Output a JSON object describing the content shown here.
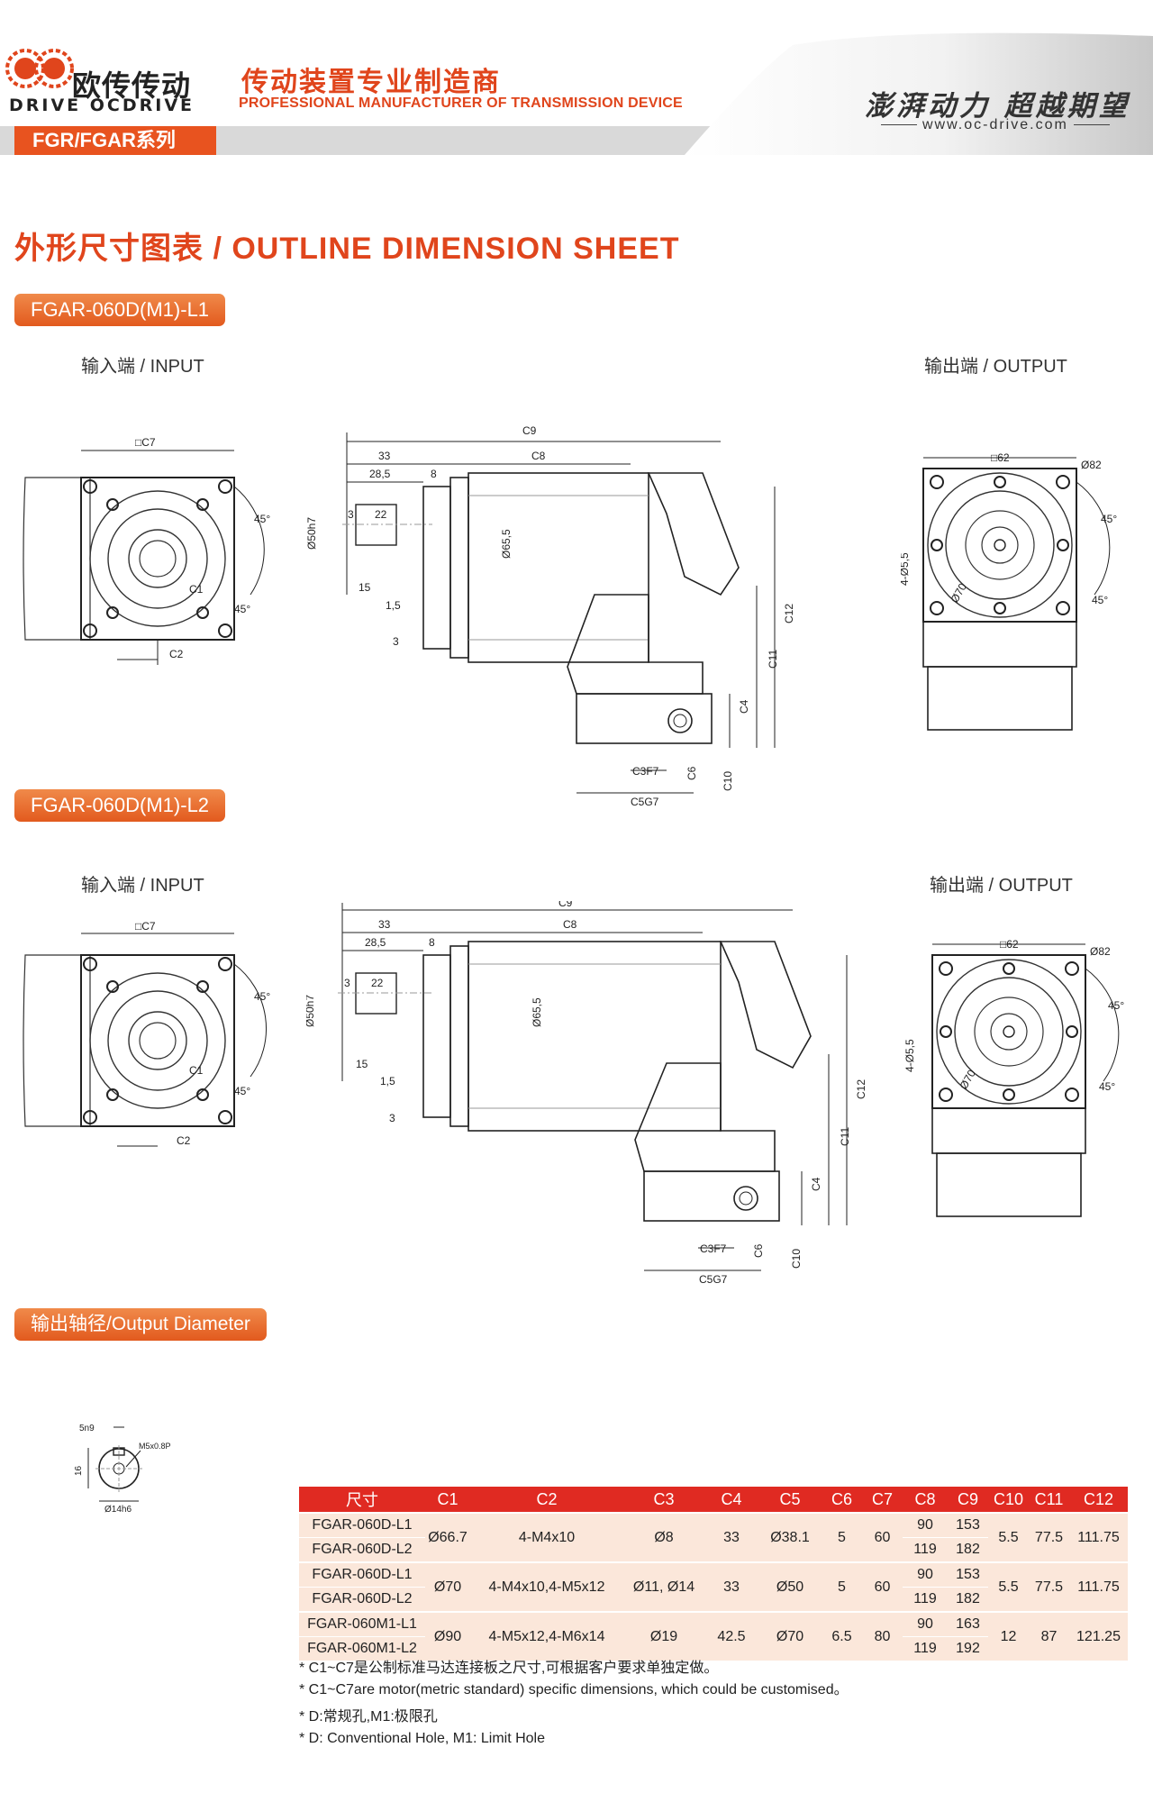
{
  "header": {
    "brand_cn": "欧传传动",
    "brand_en": "DRIVE OCDRIVE",
    "tagline_cn": "传动装置专业制造商",
    "tagline_en": "PROFESSIONAL MANUFACTURER OF TRANSMISSION DEVICE",
    "slogan": "澎湃动力 超越期望",
    "website": "www.oc-drive.com",
    "series_tab": "FGR/FGAR系列",
    "colors": {
      "accent": "#e0451c",
      "tab": "#e8531f",
      "table_header": "#e02a22",
      "table_row": "#fbe7da"
    }
  },
  "sheet_title": "外形尺寸图表 / OUTLINE DIMENSION SHEET",
  "sections": [
    {
      "title": "FGAR-060D(M1)-L1",
      "input_caption": "输入端 / INPUT",
      "output_caption": "输出端 / OUTPUT"
    },
    {
      "title": "FGAR-060D(M1)-L2",
      "input_caption": "输入端 / INPUT",
      "output_caption": "输出端 / OUTPUT"
    }
  ],
  "drawing_labels": {
    "c7": "□C7",
    "c1": "C1",
    "c2": "C2",
    "deg45": "45°",
    "c9": "C9",
    "d33": "33",
    "c8": "C8",
    "d28": "28,5",
    "d8": "8",
    "d3": "3",
    "d22": "22",
    "d50": "Ø50h7",
    "d65": "Ø65,5",
    "d15": "15",
    "d15b": "1,5",
    "c12": "C12",
    "c11": "C11",
    "c4": "C4",
    "c3": "C3F7",
    "c6": "C6",
    "c10": "C10",
    "c5": "C5G7",
    "sq62": "□62",
    "d82": "Ø82",
    "holes": "4-Ø5,5",
    "d70": "Ø70"
  },
  "output_diameter": {
    "title": "输出轴径/Output Diameter",
    "key": "5n9",
    "height": "16",
    "thread": "M5x0.8P",
    "shaft": "Ø14h6"
  },
  "table": {
    "headers": [
      "尺寸",
      "C1",
      "C2",
      "C3",
      "C4",
      "C5",
      "C6",
      "C7",
      "C8",
      "C9",
      "C10",
      "C11",
      "C12"
    ],
    "groups": [
      {
        "models": [
          "FGAR-060D-L1",
          "FGAR-060D-L2"
        ],
        "C1": "Ø66.7",
        "C2": "4-M4x10",
        "C3": "Ø8",
        "C4": "33",
        "C5": "Ø38.1",
        "C6": "5",
        "C7": "60",
        "C8": [
          "90",
          "119"
        ],
        "C9": [
          "153",
          "182"
        ],
        "C10": "5.5",
        "C11": "77.5",
        "C12": "111.75"
      },
      {
        "models": [
          "FGAR-060D-L1",
          "FGAR-060D-L2"
        ],
        "C1": "Ø70",
        "C2": "4-M4x10,4-M5x12",
        "C3": "Ø11, Ø14",
        "C4": "33",
        "C5": "Ø50",
        "C6": "5",
        "C7": "60",
        "C8": [
          "90",
          "119"
        ],
        "C9": [
          "153",
          "182"
        ],
        "C10": "5.5",
        "C11": "77.5",
        "C12": "111.75"
      },
      {
        "models": [
          "FGAR-060M1-L1",
          "FGAR-060M1-L2"
        ],
        "C1": "Ø90",
        "C2": "4-M5x12,4-M6x14",
        "C3": "Ø19",
        "C4": "42.5",
        "C5": "Ø70",
        "C6": "6.5",
        "C7": "80",
        "C8": [
          "90",
          "119"
        ],
        "C9": [
          "163",
          "192"
        ],
        "C10": "12",
        "C11": "87",
        "C12": "121.25"
      }
    ]
  },
  "notes": [
    "* C1~C7是公制标准马达连接板之尺寸,可根据客户要求单独定做。",
    "* C1~C7are motor(metric standard)  specific dimensions, which could be customised。",
    "* D:常规孔,M1:极限孔",
    "* D: Conventional Hole, M1: Limit Hole"
  ]
}
